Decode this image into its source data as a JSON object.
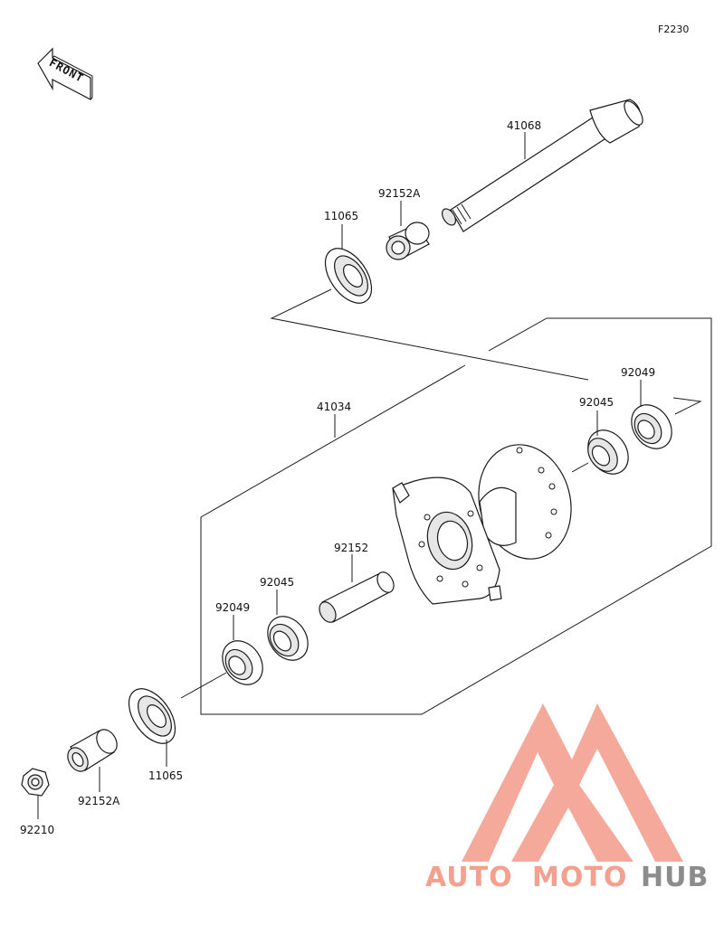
{
  "figure_code": "F2230",
  "front_label": "FRONT",
  "parts": {
    "p41068": "41068",
    "p92152A_top": "92152A",
    "p11065_top": "11065",
    "p92049_right": "92049",
    "p92045_right": "92045",
    "p41034": "41034",
    "p92152": "92152",
    "p92045_left": "92045",
    "p92049_left": "92049",
    "p11065_bottom": "11065",
    "p92152A_bottom": "92152A",
    "p92210": "92210"
  },
  "watermark": {
    "word1": "AUTO",
    "word2": "MOTO",
    "word3": "HUB",
    "color_primary": "#f4a08f",
    "color_secondary": "#8c8c8c"
  }
}
